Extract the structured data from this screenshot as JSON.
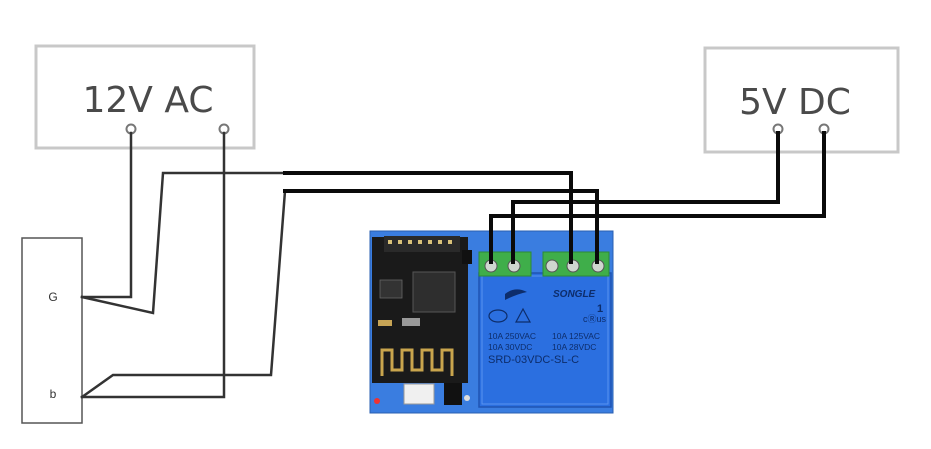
{
  "supplies": {
    "ac_label": "12V AC",
    "dc_label": "5V DC"
  },
  "device": {
    "pin_top": "G",
    "pin_bottom": "b"
  },
  "relay": {
    "brand": "SONGLE",
    "channel": "1",
    "rating_row1_left": "10A 250VAC",
    "rating_row1_right": "10A 125VAC",
    "rating_row2_left": "10A  30VDC",
    "rating_row2_right": "10A  28VDC",
    "model": "SRD-03VDC-SL-C",
    "cert_mark": "cⓇus"
  },
  "colors": {
    "wire": "#111111",
    "box_border": "#c8c8c8",
    "pcb_blue": "#3a7de0",
    "relay_blue": "#2b6fe0",
    "terminal_green": "#3fae4a",
    "esp_black": "#1a1a1a"
  }
}
